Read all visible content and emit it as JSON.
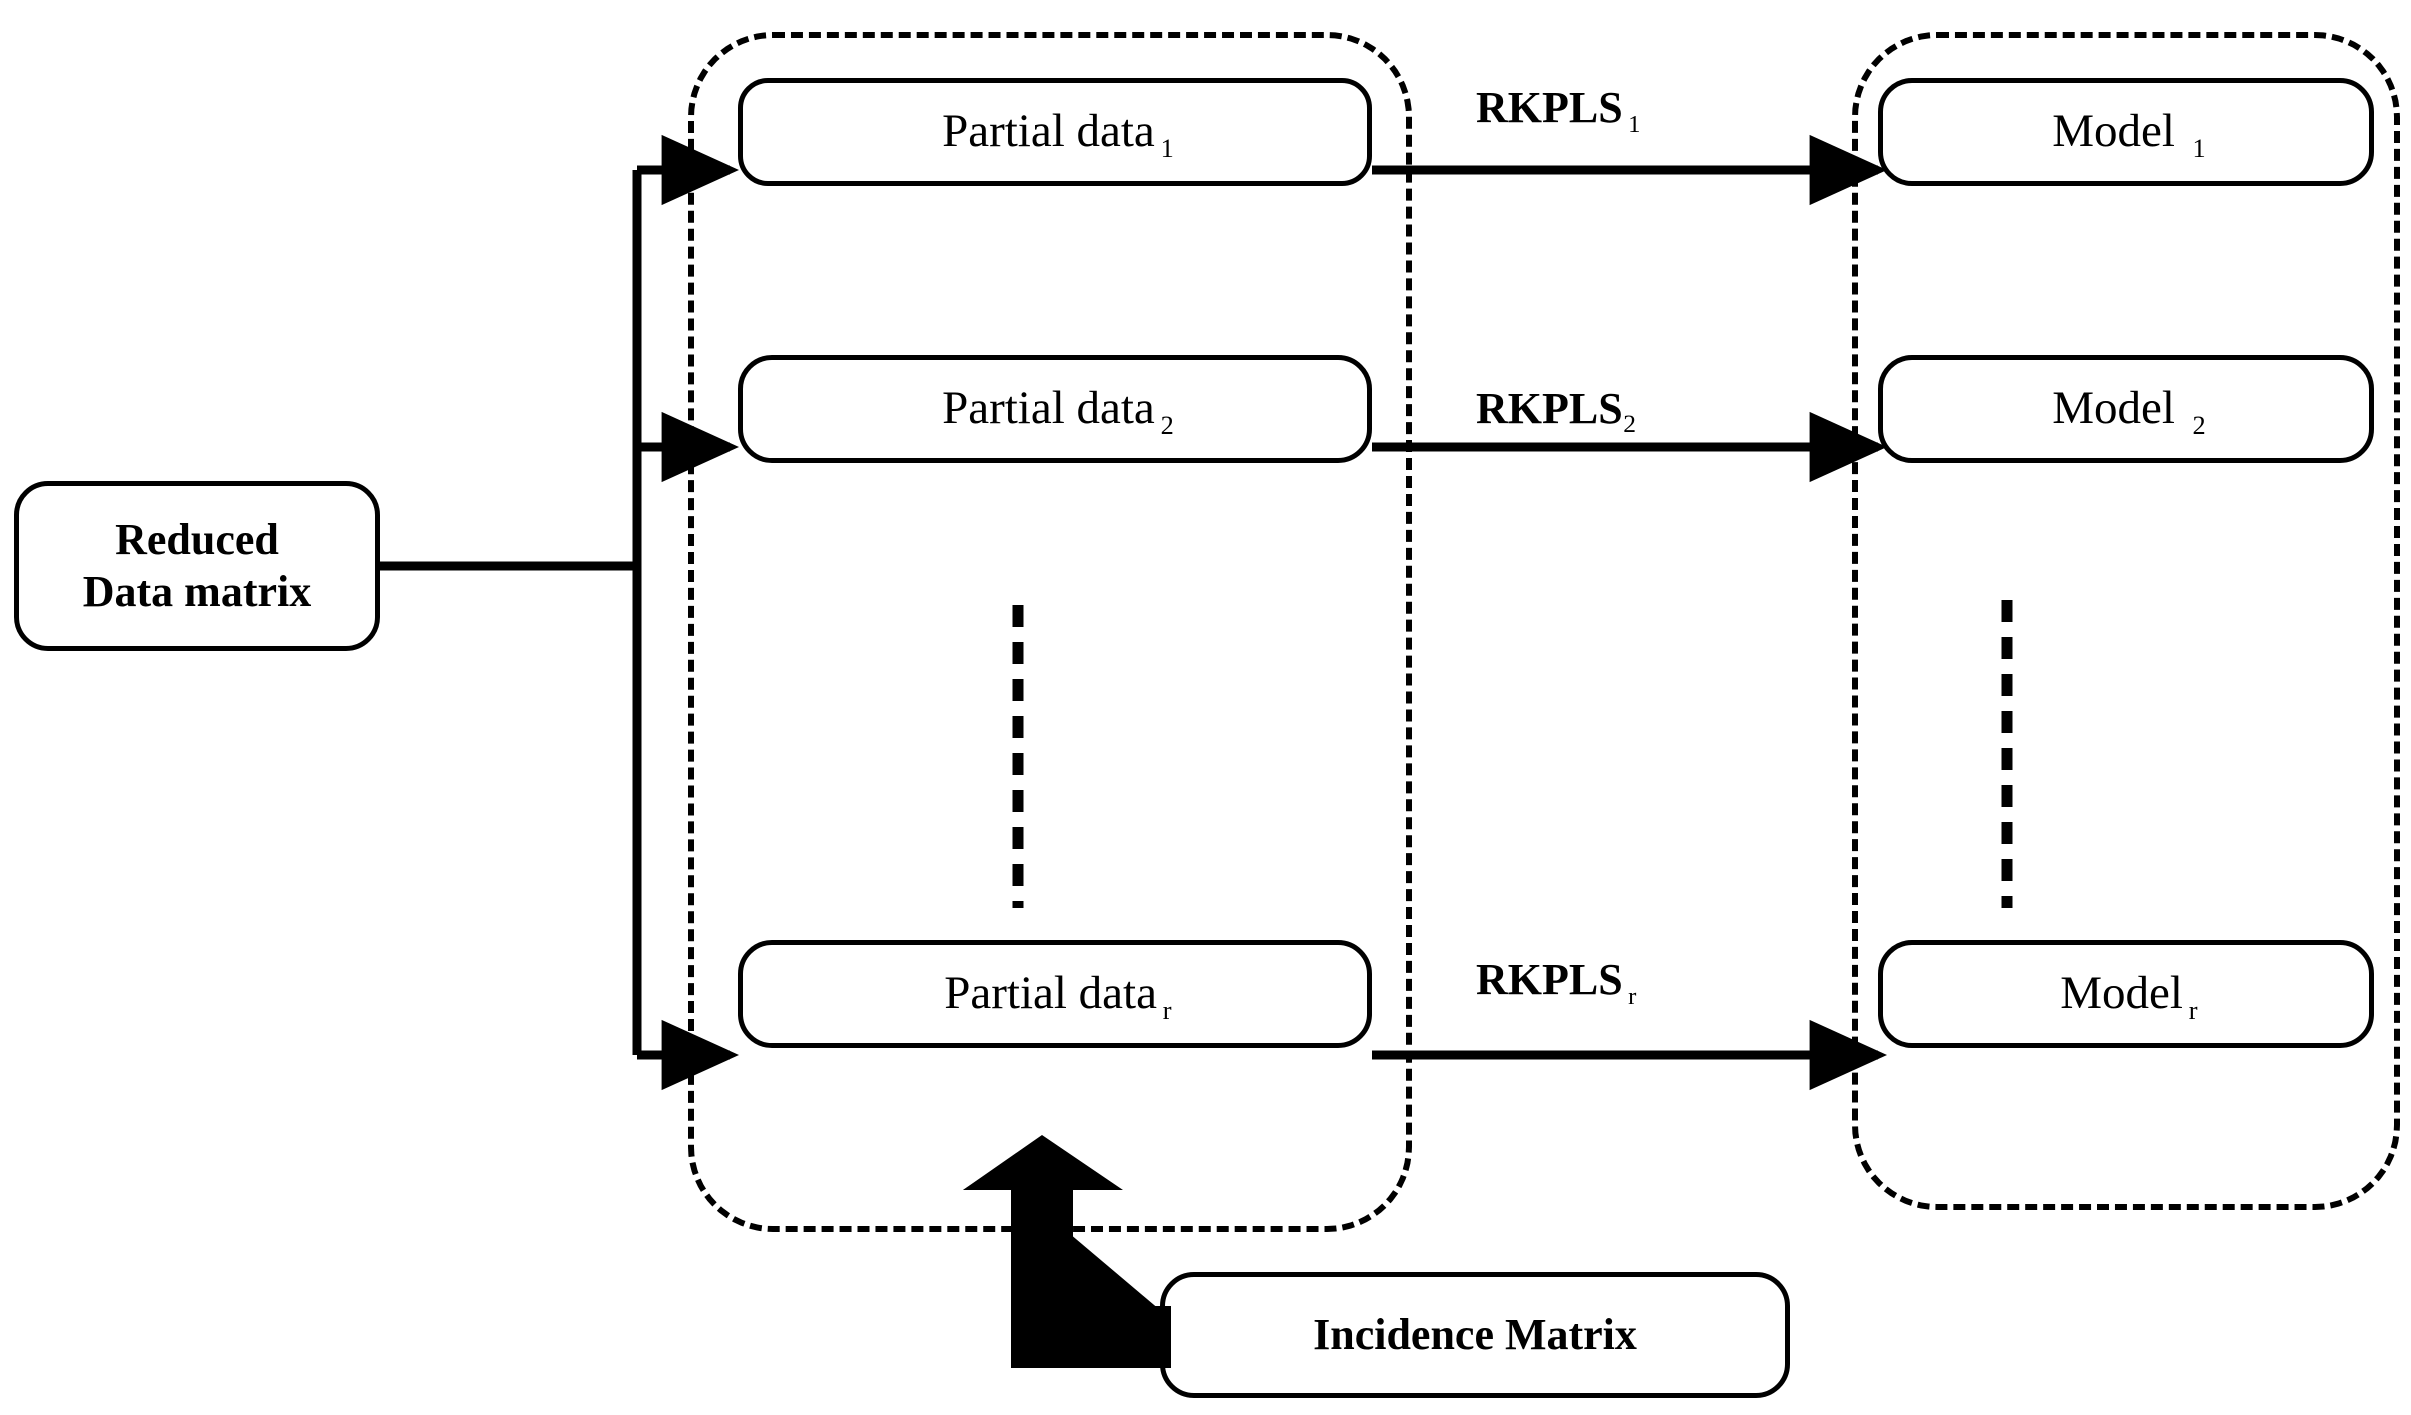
{
  "diagram": {
    "title": "RKPLS partial-data modeling flow",
    "background_color": "#ffffff",
    "line_color": "#000000"
  },
  "source_node": {
    "name": "reduced-data-matrix",
    "line1": "Reduced",
    "line2": "Data matrix",
    "style": "bold"
  },
  "partial_group": {
    "name": "partial-data-group",
    "border_style": "dash-dot",
    "items": [
      {
        "base": "Partial data",
        "sub": "1"
      },
      {
        "base": "Partial data",
        "sub": "2"
      },
      {
        "base": "Partial data",
        "sub": "r"
      }
    ],
    "ellipsis": "vertical-dashed"
  },
  "model_group": {
    "name": "model-group",
    "border_style": "dash-dot",
    "items": [
      {
        "base": "Model ",
        "sub": "1"
      },
      {
        "base": "Model ",
        "sub": "2"
      },
      {
        "base": "Model",
        "sub": "r"
      }
    ],
    "ellipsis": "vertical-dashed"
  },
  "transform_labels": [
    {
      "base": "RKPLS",
      "sub": "1"
    },
    {
      "base": "RKPLS",
      "sub": "2"
    },
    {
      "base": "RKPLS",
      "sub": "r"
    }
  ],
  "incidence_node": {
    "name": "incidence-matrix",
    "label": "Incidence Matrix",
    "style": "bold"
  },
  "connectors": {
    "trunk": "Reduced Data matrix fans out to all Partial data blocks",
    "transform_arrows": "Each Partial data block maps through RKPLS to a Model",
    "incidence_arrow": "Incidence Matrix feeds into Partial data r (thick arrow)"
  }
}
